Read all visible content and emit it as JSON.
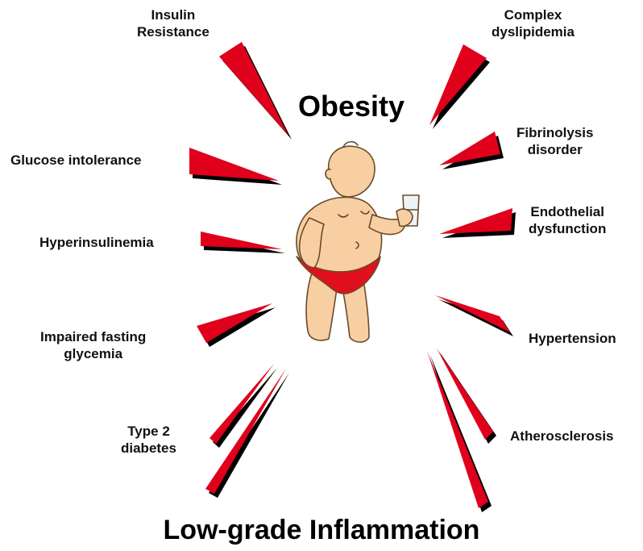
{
  "diagram": {
    "title": "Obesity",
    "subtitle": "Low-grade Inflammation",
    "colors": {
      "ray_fill": "#e0001b",
      "ray_shadow": "#000000",
      "skin": "#f7cfa2",
      "swimsuit": "#e0101f",
      "text": "#111111"
    },
    "left_labels": {
      "insulin_resistance": [
        "Insulin",
        "Resistance"
      ],
      "glucose_intolerance": "Glucose intolerance",
      "hyperinsulinemia": "Hyperinsulinemia",
      "impaired_fasting_glycemia": [
        "Impaired fasting",
        "glycemia"
      ],
      "type2_diabetes": [
        "Type 2",
        "diabetes"
      ]
    },
    "right_labels": {
      "complex_dyslipidemia": [
        "Complex",
        "dyslipidemia"
      ],
      "fibrinolysis_disorder": [
        "Fibrinolysis",
        "disorder"
      ],
      "endothelial_dysfunction": [
        "Endothelial",
        "dysfunction"
      ],
      "hypertension": "Hypertension",
      "atherosclerosis": "Atherosclerosis"
    },
    "figure_icon": "obese-man-holding-glass-icon"
  }
}
